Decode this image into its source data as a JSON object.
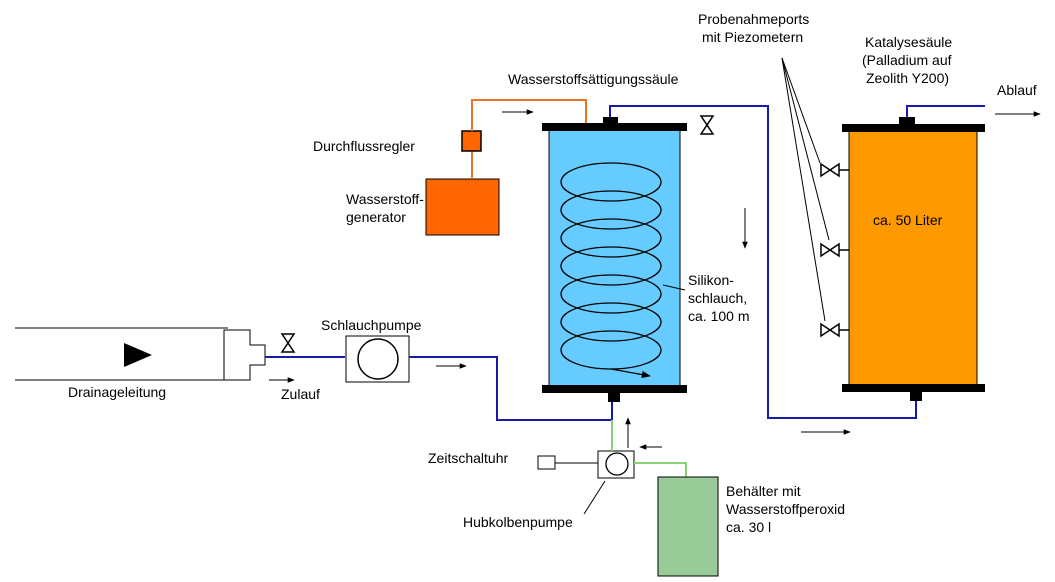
{
  "labels": {
    "drainage": "Drainageleitung",
    "inflow": "Zulauf",
    "hose_pump": "Schlauchpumpe",
    "flow_regulator": "Durchflussregler",
    "generator_line1": "Wasserstoff-",
    "generator_line2": "generator",
    "saturation_column": "Wasserstoffsättigungssäule",
    "silicone_line1": "Silikon-",
    "silicone_line2": "schlauch,",
    "silicone_line3": "ca. 100 m",
    "sampling_line1": "Probenahmeports",
    "sampling_line2": "mit Piezometern",
    "catalysis_line1": "Katalysesäule",
    "catalysis_line2": "(Palladium auf",
    "catalysis_line3": "Zeolith Y200)",
    "outflow": "Ablauf",
    "volume": "ca. 50 Liter",
    "timer": "Zeitschaltuhr",
    "piston_pump": "Hubkolbenpumpe",
    "container_line1": "Behälter mit",
    "container_line2": "Wasserstoffperoxid",
    "container_line3": "ca. 30 l"
  },
  "colors": {
    "water_line": "#1a1aa8",
    "hydrogen_line": "#e8742a",
    "peroxide_line": "#8bd17a",
    "saturation_fill": "#66ccff",
    "catalysis_fill": "#ff9900",
    "generator_fill": "#ff6600",
    "container_fill": "#99cc99"
  }
}
